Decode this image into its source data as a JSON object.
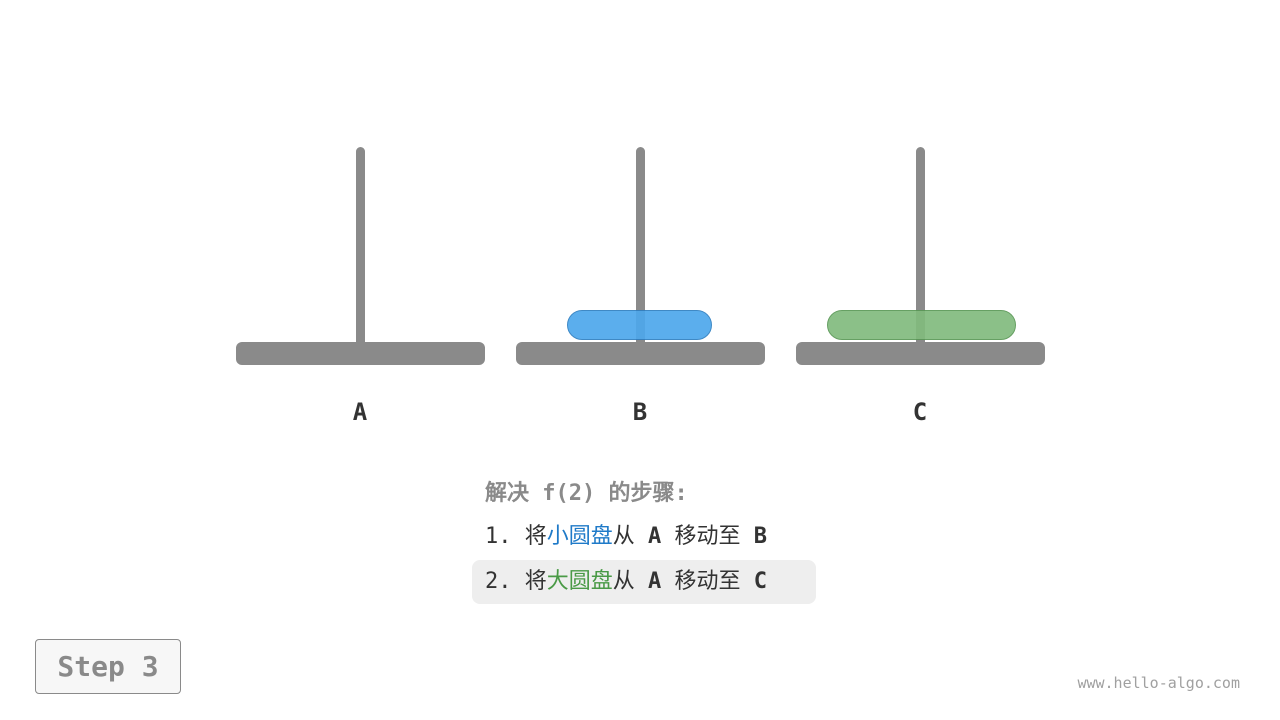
{
  "pegs": [
    {
      "label": "A"
    },
    {
      "label": "B"
    },
    {
      "label": "C"
    }
  ],
  "disks": [
    {
      "name": "small-disk",
      "peg": "B",
      "fill": "#4ea8ec",
      "stroke": "#2f7fc1"
    },
    {
      "name": "large-disk",
      "peg": "C",
      "fill": "#82bb7e",
      "stroke": "#5a9856"
    }
  ],
  "colors": {
    "rod": "#8a8a8a",
    "blue_text": "#1f7ac8",
    "green_text": "#4a9a46",
    "highlight": "#eeeeee"
  },
  "steps": {
    "title": "解决 f(2) 的步骤:",
    "items": [
      {
        "num": "1.",
        "pre": " 将",
        "disk": "小圆盘",
        "mid": "从 ",
        "from": "A",
        "verb": " 移动至 ",
        "to": "B"
      },
      {
        "num": "2.",
        "pre": " 将",
        "disk": "大圆盘",
        "mid": "从 ",
        "from": "A",
        "verb": " 移动至 ",
        "to": "C"
      }
    ]
  },
  "step_button": {
    "label": "Step 3"
  },
  "watermark": "www.hello-algo.com"
}
